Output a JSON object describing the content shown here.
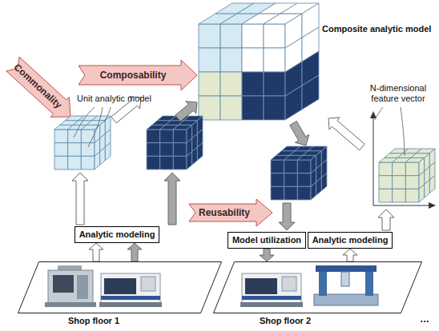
{
  "diagram": {
    "nodes": [
      {
        "text": [
          "Analytic modeling"
        ]
      },
      {
        "text": [
          "Model utilization"
        ]
      },
      {
        "text": [
          "Analytic modeling"
        ]
      },
      {
        "text": [
          "Shop floor 1"
        ]
      },
      {
        "text": [
          "Shop floor 2"
        ]
      }
    ],
    "edges": [
      {
        "from": 3,
        "to": 0,
        "arrow": "to"
      },
      {
        "from": 3,
        "to": 0,
        "arrow": "to"
      },
      {
        "from": 1,
        "to": 4,
        "arrow": "to"
      },
      {
        "from": 4,
        "to": 2,
        "arrow": "to"
      }
    ],
    "labels": [
      "Composite analytic model",
      "Composability",
      "Commonality",
      "Unit analytic model",
      "N-dimensional feature vector",
      "Reusability",
      "…"
    ]
  }
}
